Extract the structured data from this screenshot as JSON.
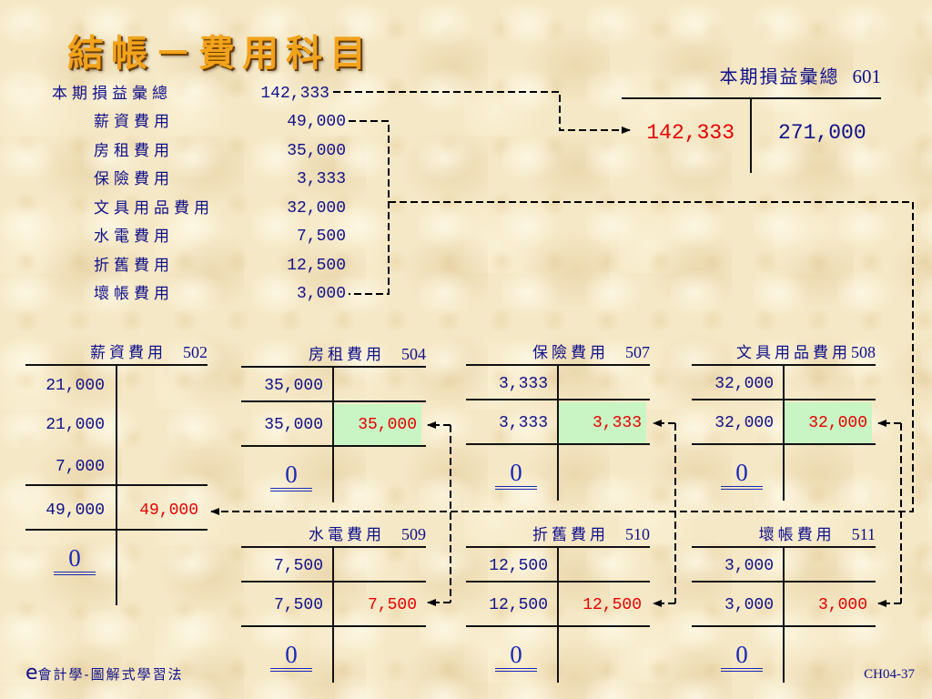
{
  "slide": {
    "title": "結帳－費用科目",
    "footer_brand_letter": "e",
    "footer_brand_text": "會計學-圖解式學習法",
    "page_number": "CH04-37"
  },
  "closing_entry": {
    "debit": {
      "account": "本期損益彙總",
      "amount": "142,333"
    },
    "credits": [
      {
        "account": "薪資費用",
        "amount": "49,000"
      },
      {
        "account": "房租費用",
        "amount": "35,000"
      },
      {
        "account": "保險費用",
        "amount": "3,333"
      },
      {
        "account": "文具用品費用",
        "amount": "32,000"
      },
      {
        "account": "水電費用",
        "amount": "7,500"
      },
      {
        "account": "折舊費用",
        "amount": "12,500"
      },
      {
        "account": "壞帳費用",
        "amount": "3,000"
      }
    ]
  },
  "summary_account": {
    "name": "本期損益彙總",
    "number": "601",
    "debit": "142,333",
    "credit": "271,000"
  },
  "expense_accounts": [
    {
      "name": "薪資費用",
      "number": "502",
      "debits": [
        "21,000",
        "21,000",
        "7,000"
      ],
      "debit_total": "49,000",
      "closing_credit": "49,000",
      "balance": "0"
    },
    {
      "name": "房租費用",
      "number": "504",
      "debits": [
        "35,000"
      ],
      "debit_total": "35,000",
      "closing_credit": "35,000",
      "balance": "0"
    },
    {
      "name": "保險費用",
      "number": "507",
      "debits": [
        "3,333"
      ],
      "debit_total": "3,333",
      "closing_credit": "3,333",
      "balance": "0"
    },
    {
      "name": "文具用品費用",
      "number": "508",
      "debits": [
        "32,000"
      ],
      "debit_total": "32,000",
      "closing_credit": "32,000",
      "balance": "0"
    },
    {
      "name": "水電費用",
      "number": "509",
      "debits": [
        "7,500"
      ],
      "debit_total": "7,500",
      "closing_credit": "7,500",
      "balance": "0"
    },
    {
      "name": "折舊費用",
      "number": "510",
      "debits": [
        "12,500"
      ],
      "debit_total": "12,500",
      "closing_credit": "12,500",
      "balance": "0"
    },
    {
      "name": "壞帳費用",
      "number": "511",
      "debits": [
        "3,000"
      ],
      "debit_total": "3,000",
      "closing_credit": "3,000",
      "balance": "0"
    }
  ],
  "colors": {
    "text": "#10108a",
    "red_amount": "#e60000",
    "highlight": "#c9f5c4",
    "title": "#f2a31b",
    "title_shadow": "#6b3d00",
    "zero_balance": "#1a28b8"
  }
}
